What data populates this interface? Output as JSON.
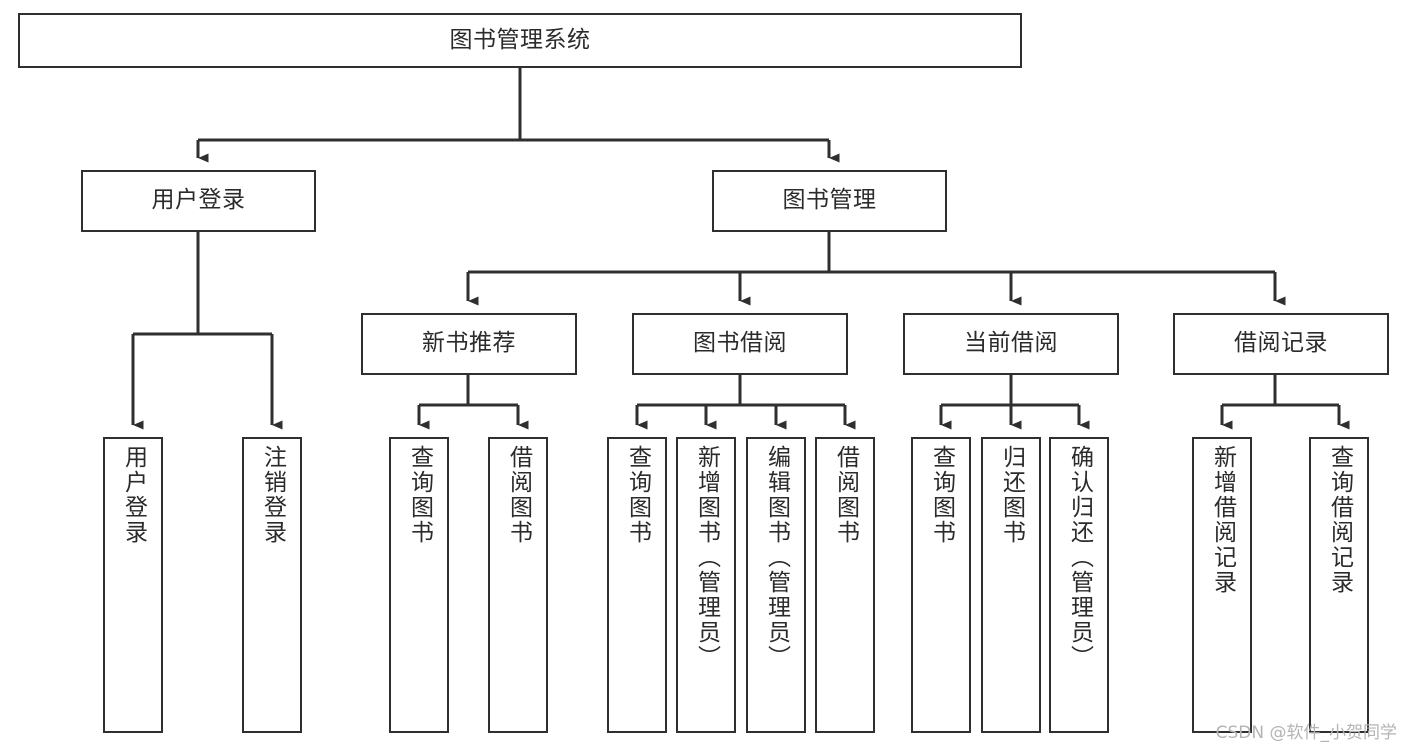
{
  "diagram": {
    "title": "图书管理系统",
    "watermark": "CSDN @软件_小贺同学",
    "colors": {
      "stroke": "#2f2f2f",
      "fill": "#ffffff",
      "text": "#2b2b2b",
      "watermark": "#b4b4b4"
    },
    "root": {
      "label": "图书管理系统"
    },
    "level2": [
      {
        "label": "用户登录"
      },
      {
        "label": "图书管理"
      }
    ],
    "level3": [
      {
        "label": "新书推荐"
      },
      {
        "label": "图书借阅"
      },
      {
        "label": "当前借阅"
      },
      {
        "label": "借阅记录"
      }
    ],
    "leaves_user_login": [
      {
        "label": "用户登录"
      },
      {
        "label": "注销登录"
      }
    ],
    "leaves_new_book": [
      {
        "label": "查询图书"
      },
      {
        "label": "借阅图书"
      }
    ],
    "leaves_borrow": [
      {
        "label": "查询图书"
      },
      {
        "label": "新增图书（管理员）"
      },
      {
        "label": "编辑图书（管理员）"
      },
      {
        "label": "借阅图书"
      }
    ],
    "leaves_current": [
      {
        "label": "查询图书"
      },
      {
        "label": "归还图书"
      },
      {
        "label": "确认归还（管理员）"
      }
    ],
    "leaves_record": [
      {
        "label": "新增借阅记录"
      },
      {
        "label": "查询借阅记录"
      }
    ]
  }
}
